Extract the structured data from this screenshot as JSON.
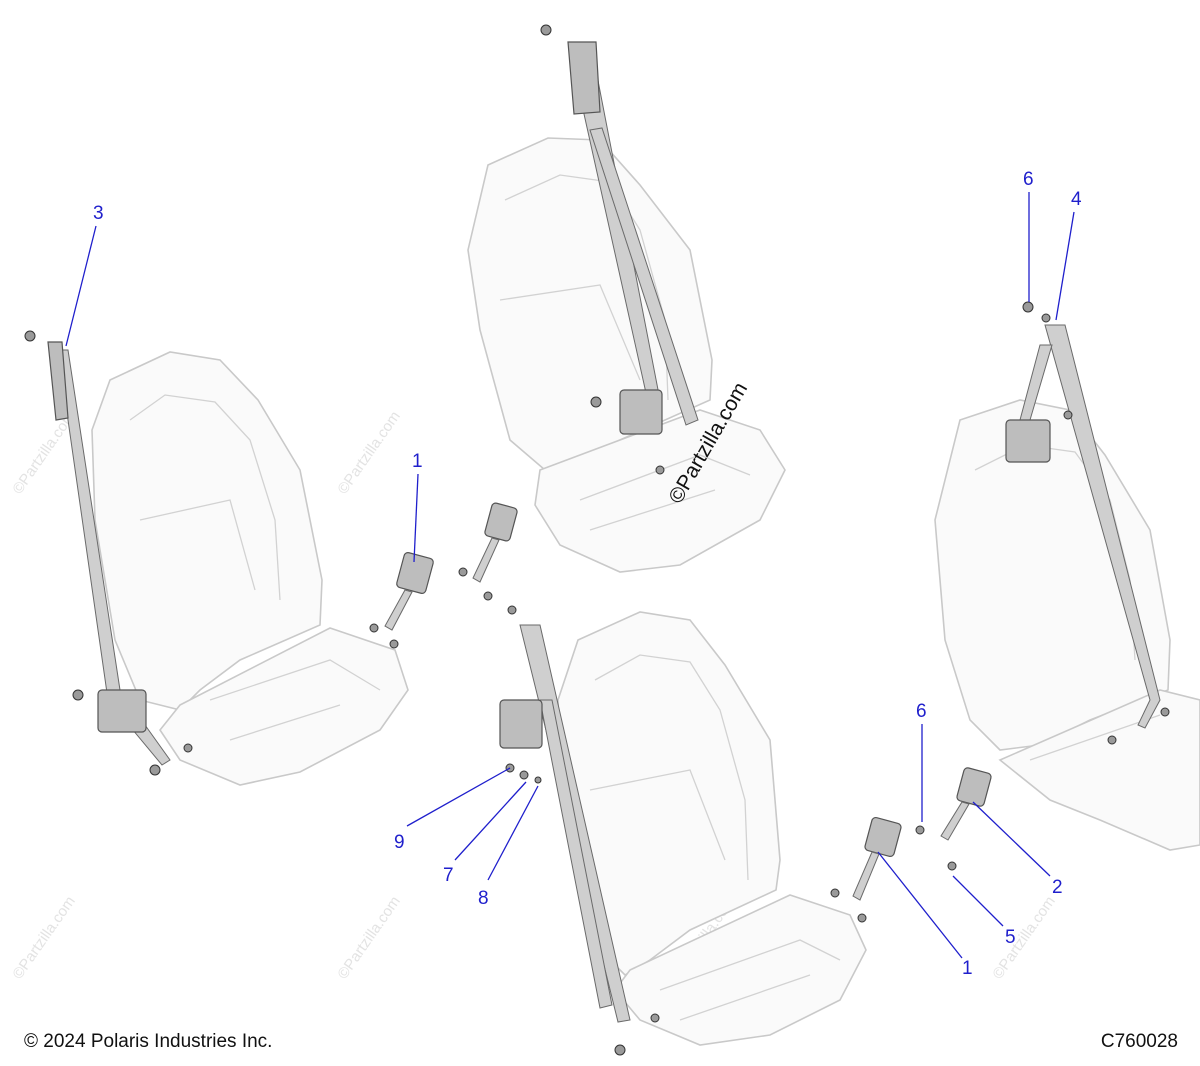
{
  "callouts": [
    {
      "id": "c1a",
      "label": "1"
    },
    {
      "id": "c1b",
      "label": "1"
    },
    {
      "id": "c2",
      "label": "2"
    },
    {
      "id": "c3",
      "label": "3"
    },
    {
      "id": "c4",
      "label": "4"
    },
    {
      "id": "c5",
      "label": "5"
    },
    {
      "id": "c6a",
      "label": "6"
    },
    {
      "id": "c6b",
      "label": "6"
    },
    {
      "id": "c7",
      "label": "7"
    },
    {
      "id": "c8",
      "label": "8"
    },
    {
      "id": "c9",
      "label": "9"
    }
  ],
  "watermark": {
    "main": "©Partzilla.com",
    "faint": "©Partzilla.com"
  },
  "footer": {
    "copyright": "© 2024 Polaris Industries Inc.",
    "diagram_code": "C760028"
  },
  "colors": {
    "callout": "#1f1fcc",
    "seat_outline": "#c9c9c9",
    "belt": "#bdbdbd"
  }
}
